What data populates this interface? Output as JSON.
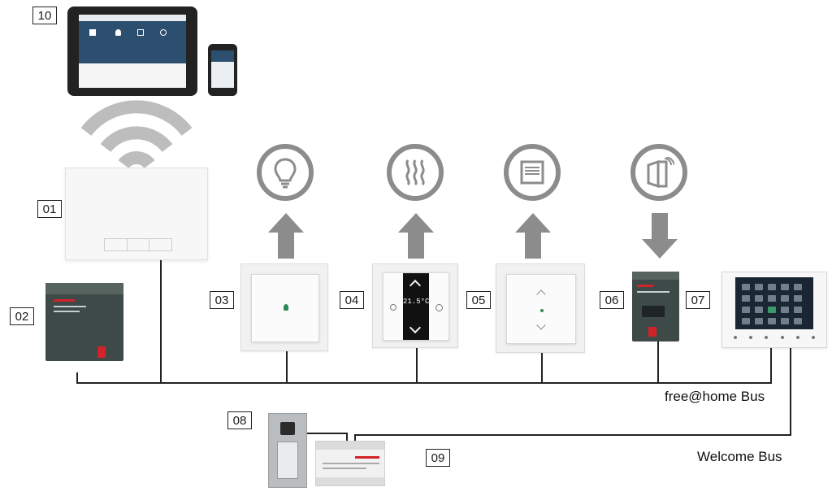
{
  "labels": {
    "tablet": "10",
    "access_point": "01",
    "system_ap": "02",
    "light_switch": "03",
    "thermostat": "04",
    "blind_switch": "05",
    "actuator": "06",
    "indoor_station": "07",
    "outdoor_station": "08",
    "gateway": "09"
  },
  "thermostat": {
    "temperature": "21.5°C"
  },
  "buses": {
    "freeathome": "free@home Bus",
    "welcome": "Welcome Bus"
  },
  "icons": {
    "light": "light-bulb-icon",
    "heating": "heating-waves-icon",
    "blind": "window-blind-icon",
    "door": "door-signal-icon",
    "wifi": "wifi-icon"
  },
  "colors": {
    "icon_gray": "#8c8c8c",
    "line": "#222222",
    "dark_device": "#3d4a48",
    "abb_red": "#d2232a"
  }
}
